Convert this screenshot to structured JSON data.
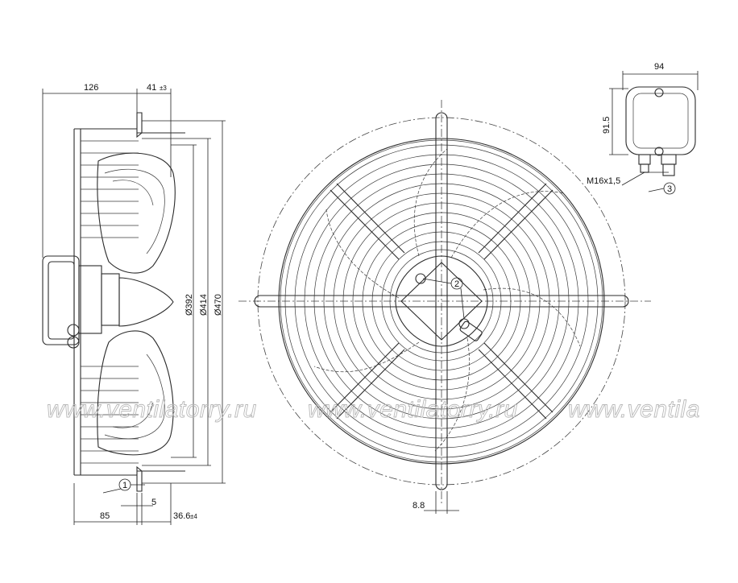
{
  "side_view": {
    "dim_top_left": "126",
    "dim_top_right": "41",
    "dim_top_right_tol": "±3",
    "dia_392": "Ø392",
    "dia_414": "Ø414",
    "dia_470": "Ø470",
    "dim_bottom_left": "85",
    "dim_bottom_mid": "5",
    "dim_bottom_right": "36.6",
    "dim_bottom_right_tol": "±4",
    "callout_1": "1"
  },
  "front_view": {
    "callout_2": "2",
    "dim_bracket": "8.8"
  },
  "terminal_box": {
    "width": "94",
    "height": "91.5",
    "thread": "M16x1,5",
    "callout_3": "3"
  },
  "watermark": {
    "text_1": "www.ventilatorry.ru",
    "text_2": "www.ventilatorry.ru",
    "text_3": "www.ventila"
  }
}
